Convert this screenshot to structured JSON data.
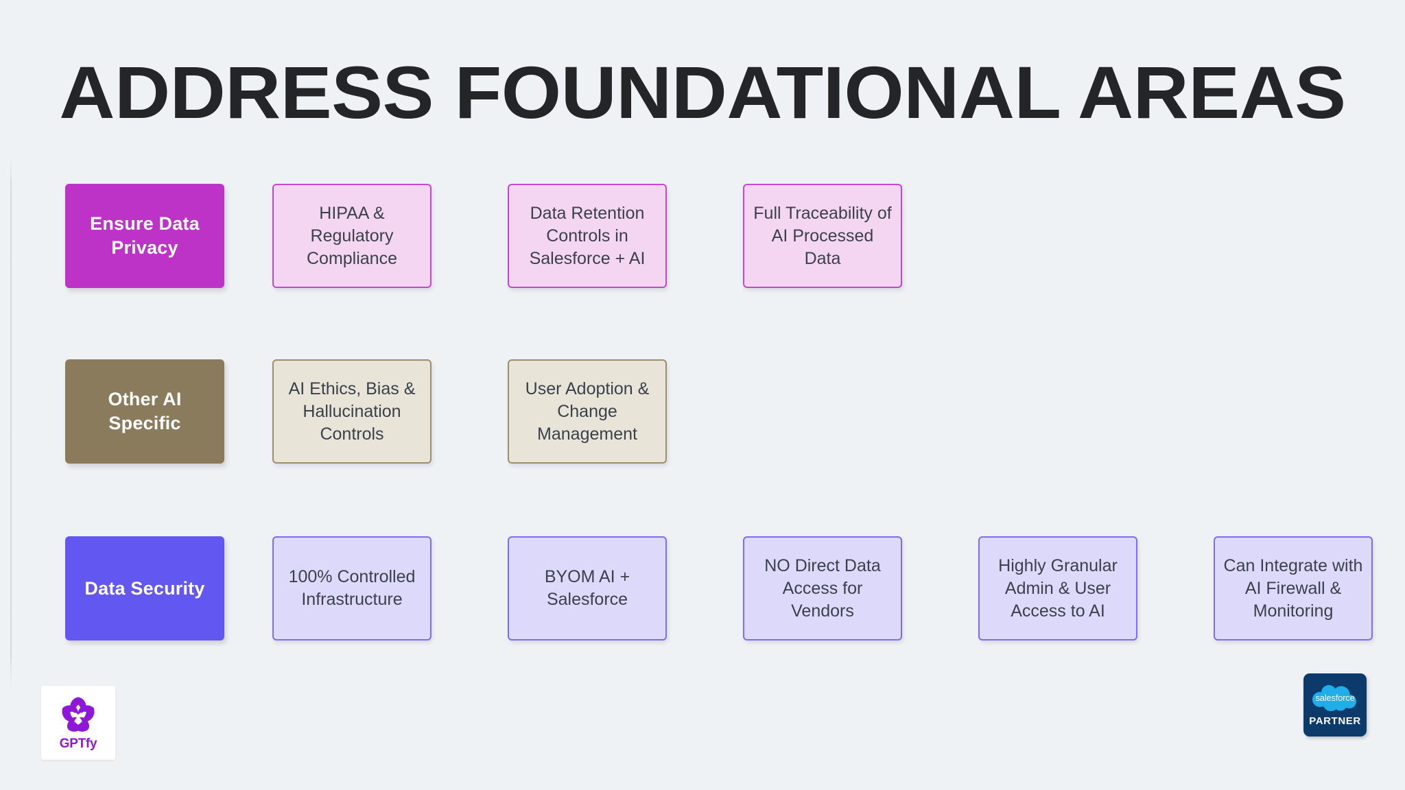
{
  "slide": {
    "title": "ADDRESS FOUNDATIONAL AREAS",
    "background_color": "#eff2f5",
    "title_color": "#232527"
  },
  "rows": [
    {
      "label": "Ensure Data Privacy",
      "label_fill": "#bd33c7",
      "label_text_color": "#ffffff",
      "item_fill": "#f4d6f2",
      "item_border": "#c447cf",
      "item_text_color": "#3b414c",
      "items": [
        "HIPAA & Regulatory Compliance",
        "Data Retention Controls in Salesforce + AI",
        "Full Traceability of AI Processed Data"
      ]
    },
    {
      "label": "Other AI Specific",
      "label_fill": "#8a7b5c",
      "label_text_color": "#ffffff",
      "item_fill": "#e9e4d8",
      "item_border": "#9b8d6e",
      "item_text_color": "#3b414c",
      "items": [
        "AI Ethics, Bias & Hallucination Controls",
        "User Adoption & Change Management"
      ]
    },
    {
      "label": "Data Security",
      "label_fill": "#6257f0",
      "label_text_color": "#ffffff",
      "item_fill": "#ddd9fa",
      "item_border": "#7b6ef0",
      "item_text_color": "#3b414c",
      "items": [
        "100% Controlled Infrastructure",
        "BYOM AI + Salesforce",
        "NO Direct Data Access for Vendors",
        "Highly Granular Admin & User Access to AI",
        "Can Integrate with AI Firewall & Monitoring"
      ]
    }
  ],
  "branding": {
    "gptfy": {
      "wordmark": "GPTfy",
      "mark_icon": "gptfy-pinwheel-icon",
      "mark_color": "#8f17d6",
      "card_background": "#ffffff"
    },
    "salesforce_partner": {
      "cloud_text": "salesforce",
      "badge_text": "PARTNER",
      "badge_background": "#0b3a6b",
      "cloud_color": "#1faeea",
      "icon": "salesforce-cloud-icon"
    }
  }
}
